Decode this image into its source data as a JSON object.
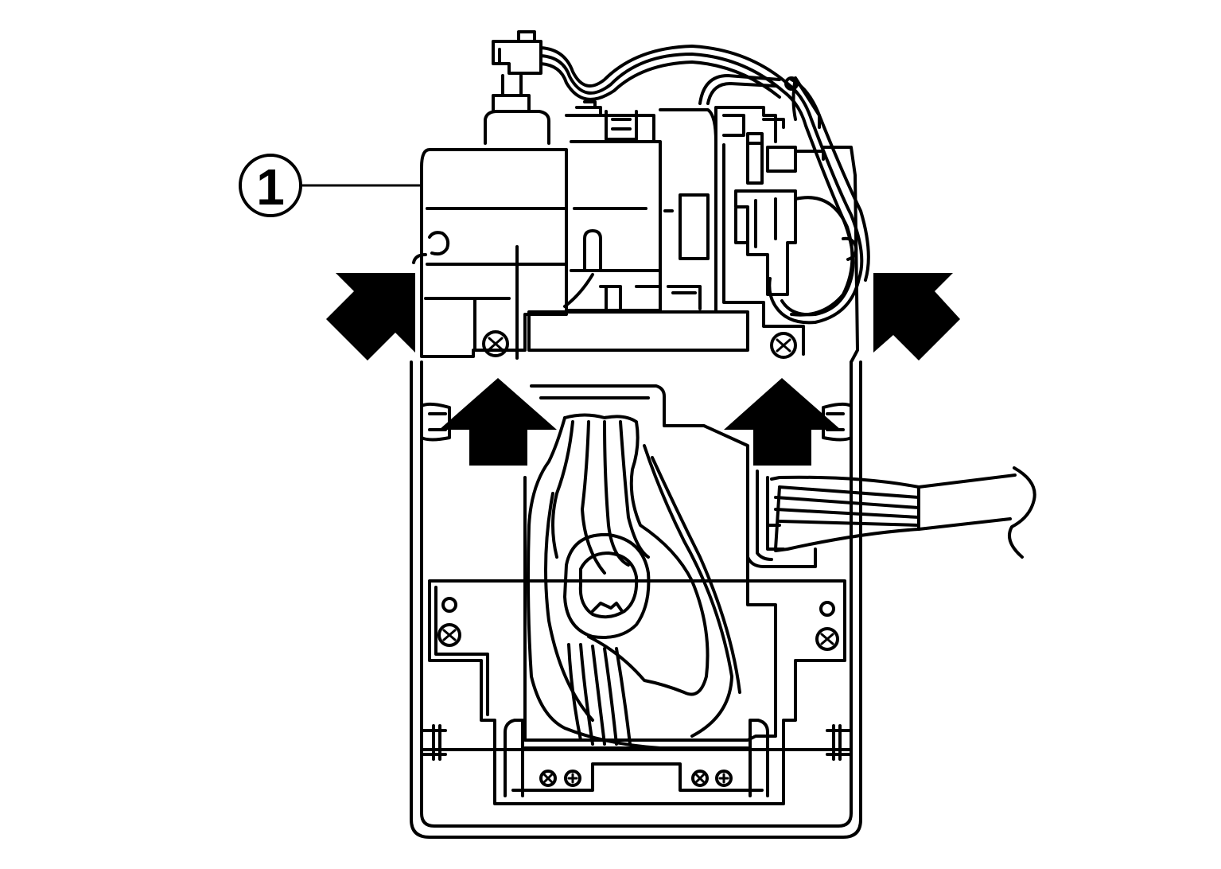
{
  "figure": {
    "callouts": [
      {
        "label": "1"
      }
    ],
    "colors": {
      "line": "#000000",
      "background": "#ffffff",
      "arrow_fill": "#000000"
    },
    "arrows": {
      "count": 4,
      "icon": "push-direction-arrow"
    }
  }
}
